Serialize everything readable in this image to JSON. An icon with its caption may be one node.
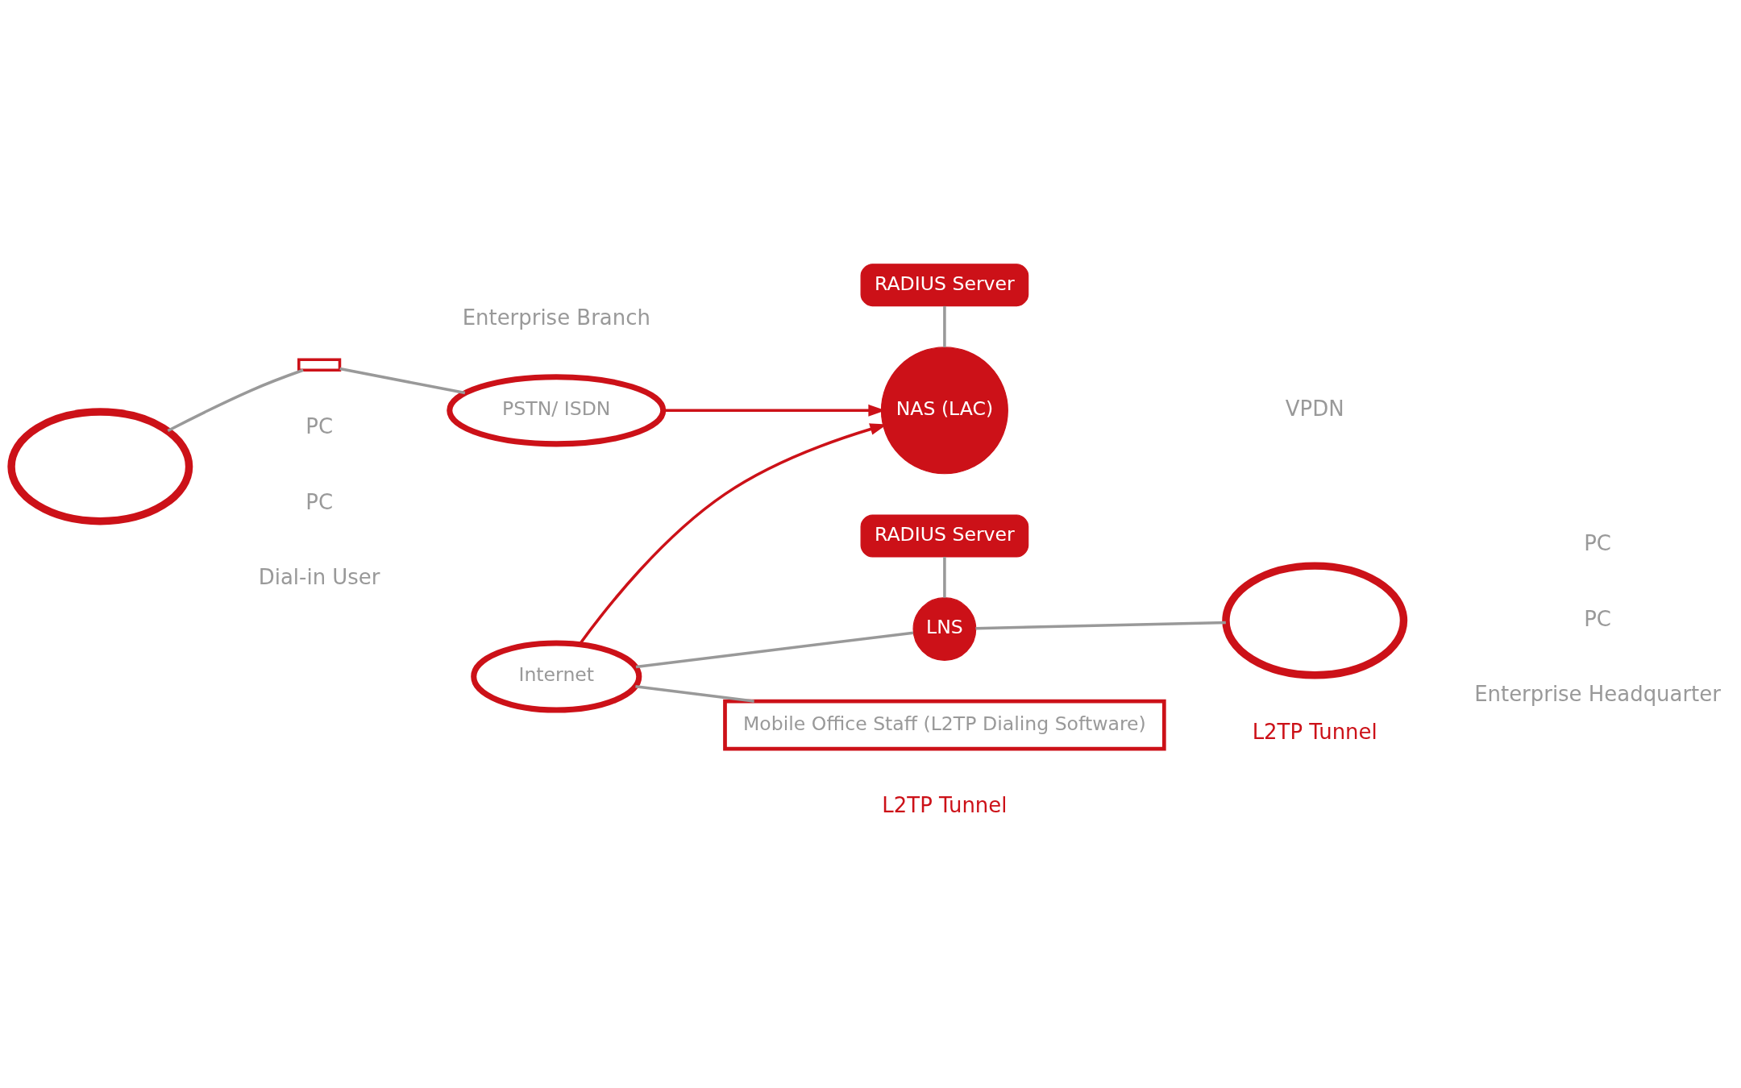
{
  "diagram": {
    "nodes": [
      {
        "text": [],
        "shape": "cloud"
      },
      {
        "text": [],
        "shape": "box"
      },
      {
        "text": [
          "PSTN/ ISDN"
        ]
      },
      {
        "text": [
          "NAS (LAC)"
        ]
      },
      {
        "text": [
          "RADIUS Server"
        ]
      },
      {
        "text": [
          "Internet"
        ]
      },
      {
        "text": [
          "LNS"
        ]
      },
      {
        "text": [
          "RADIUS Server"
        ]
      },
      {
        "text": [],
        "shape": "cloud"
      },
      {
        "text": [
          "Mobile Office Staff (L2TP Dialing Software)"
        ]
      }
    ],
    "edges": [
      {
        "from": 0,
        "to": 1,
        "arrow": "none"
      },
      {
        "from": 1,
        "to": 2,
        "arrow": "none"
      },
      {
        "from": 2,
        "to": 3,
        "arrow": "to",
        "color": "#cc1118"
      },
      {
        "from": 5,
        "to": 3,
        "arrow": "to",
        "color": "#cc1118"
      },
      {
        "from": 4,
        "to": 3,
        "arrow": "none"
      },
      {
        "from": 5,
        "to": 6,
        "arrow": "none"
      },
      {
        "from": 7,
        "to": 6,
        "arrow": "none"
      },
      {
        "from": 6,
        "to": 8,
        "arrow": "none"
      },
      {
        "from": 5,
        "to": 9,
        "arrow": "none"
      }
    ],
    "labels": [
      "PC",
      "PC",
      "Dial-in User",
      "Enterprise Branch",
      "PC",
      "PC",
      "Enterprise Headquarter",
      "L2TP Tunnel",
      "L2TP Tunnel",
      "VPDN"
    ]
  }
}
